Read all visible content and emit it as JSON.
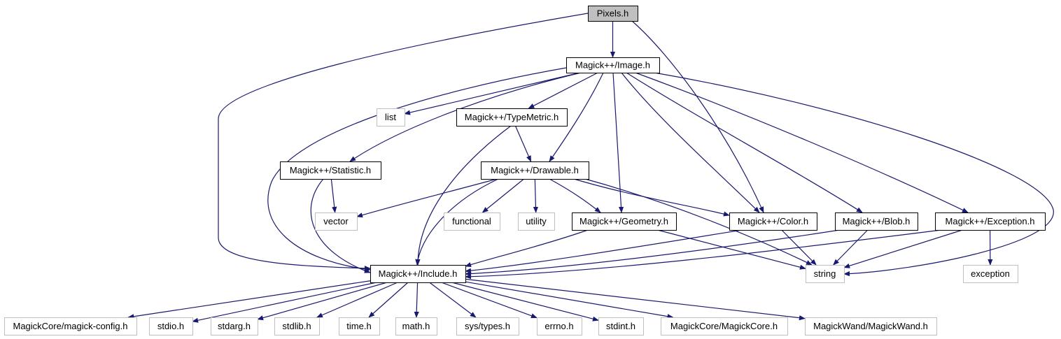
{
  "colors": {
    "edge": "#191970",
    "root_fill": "#bfbfbf",
    "node_border": "#000000",
    "leaf_border": "#bfbfbf"
  },
  "nodes": [
    {
      "id": "pixels",
      "label": "Pixels.h",
      "kind": "root"
    },
    {
      "id": "image",
      "label": "Magick++/Image.h",
      "kind": "header"
    },
    {
      "id": "list",
      "label": "list",
      "kind": "system"
    },
    {
      "id": "typemetric",
      "label": "Magick++/TypeMetric.h",
      "kind": "header"
    },
    {
      "id": "statistic",
      "label": "Magick++/Statistic.h",
      "kind": "header"
    },
    {
      "id": "drawable",
      "label": "Magick++/Drawable.h",
      "kind": "header"
    },
    {
      "id": "vector",
      "label": "vector",
      "kind": "system"
    },
    {
      "id": "functional",
      "label": "functional",
      "kind": "system"
    },
    {
      "id": "utility",
      "label": "utility",
      "kind": "system"
    },
    {
      "id": "geometry",
      "label": "Magick++/Geometry.h",
      "kind": "header"
    },
    {
      "id": "color",
      "label": "Magick++/Color.h",
      "kind": "header"
    },
    {
      "id": "blob",
      "label": "Magick++/Blob.h",
      "kind": "header"
    },
    {
      "id": "exception_h",
      "label": "Magick++/Exception.h",
      "kind": "header"
    },
    {
      "id": "include",
      "label": "Magick++/Include.h",
      "kind": "header"
    },
    {
      "id": "string",
      "label": "string",
      "kind": "system"
    },
    {
      "id": "exception",
      "label": "exception",
      "kind": "system"
    },
    {
      "id": "magickconfig",
      "label": "MagickCore/magick-config.h",
      "kind": "system"
    },
    {
      "id": "stdio",
      "label": "stdio.h",
      "kind": "system"
    },
    {
      "id": "stdarg",
      "label": "stdarg.h",
      "kind": "system"
    },
    {
      "id": "stdlib",
      "label": "stdlib.h",
      "kind": "system"
    },
    {
      "id": "time",
      "label": "time.h",
      "kind": "system"
    },
    {
      "id": "math",
      "label": "math.h",
      "kind": "system"
    },
    {
      "id": "systypes",
      "label": "sys/types.h",
      "kind": "system"
    },
    {
      "id": "errno",
      "label": "errno.h",
      "kind": "system"
    },
    {
      "id": "stdint",
      "label": "stdint.h",
      "kind": "system"
    },
    {
      "id": "magickcore",
      "label": "MagickCore/MagickCore.h",
      "kind": "system"
    },
    {
      "id": "magickwand",
      "label": "MagickWand/MagickWand.h",
      "kind": "system"
    }
  ],
  "edges": [
    {
      "from": "pixels",
      "to": "image"
    },
    {
      "from": "pixels",
      "to": "include"
    },
    {
      "from": "pixels",
      "to": "color"
    },
    {
      "from": "image",
      "to": "include"
    },
    {
      "from": "image",
      "to": "list"
    },
    {
      "from": "image",
      "to": "typemetric"
    },
    {
      "from": "image",
      "to": "statistic"
    },
    {
      "from": "image",
      "to": "drawable"
    },
    {
      "from": "image",
      "to": "geometry"
    },
    {
      "from": "image",
      "to": "color"
    },
    {
      "from": "image",
      "to": "blob"
    },
    {
      "from": "image",
      "to": "exception_h"
    },
    {
      "from": "image",
      "to": "string"
    },
    {
      "from": "typemetric",
      "to": "drawable"
    },
    {
      "from": "typemetric",
      "to": "include"
    },
    {
      "from": "statistic",
      "to": "vector"
    },
    {
      "from": "statistic",
      "to": "include"
    },
    {
      "from": "drawable",
      "to": "vector"
    },
    {
      "from": "drawable",
      "to": "functional"
    },
    {
      "from": "drawable",
      "to": "utility"
    },
    {
      "from": "drawable",
      "to": "geometry"
    },
    {
      "from": "drawable",
      "to": "color"
    },
    {
      "from": "drawable",
      "to": "include"
    },
    {
      "from": "drawable",
      "to": "string"
    },
    {
      "from": "geometry",
      "to": "include"
    },
    {
      "from": "geometry",
      "to": "string"
    },
    {
      "from": "color",
      "to": "include"
    },
    {
      "from": "color",
      "to": "string"
    },
    {
      "from": "blob",
      "to": "include"
    },
    {
      "from": "blob",
      "to": "string"
    },
    {
      "from": "exception_h",
      "to": "include"
    },
    {
      "from": "exception_h",
      "to": "string"
    },
    {
      "from": "exception_h",
      "to": "exception"
    },
    {
      "from": "include",
      "to": "magickconfig"
    },
    {
      "from": "include",
      "to": "stdio"
    },
    {
      "from": "include",
      "to": "stdarg"
    },
    {
      "from": "include",
      "to": "stdlib"
    },
    {
      "from": "include",
      "to": "time"
    },
    {
      "from": "include",
      "to": "math"
    },
    {
      "from": "include",
      "to": "systypes"
    },
    {
      "from": "include",
      "to": "errno"
    },
    {
      "from": "include",
      "to": "stdint"
    },
    {
      "from": "include",
      "to": "magickcore"
    },
    {
      "from": "include",
      "to": "magickwand"
    }
  ]
}
